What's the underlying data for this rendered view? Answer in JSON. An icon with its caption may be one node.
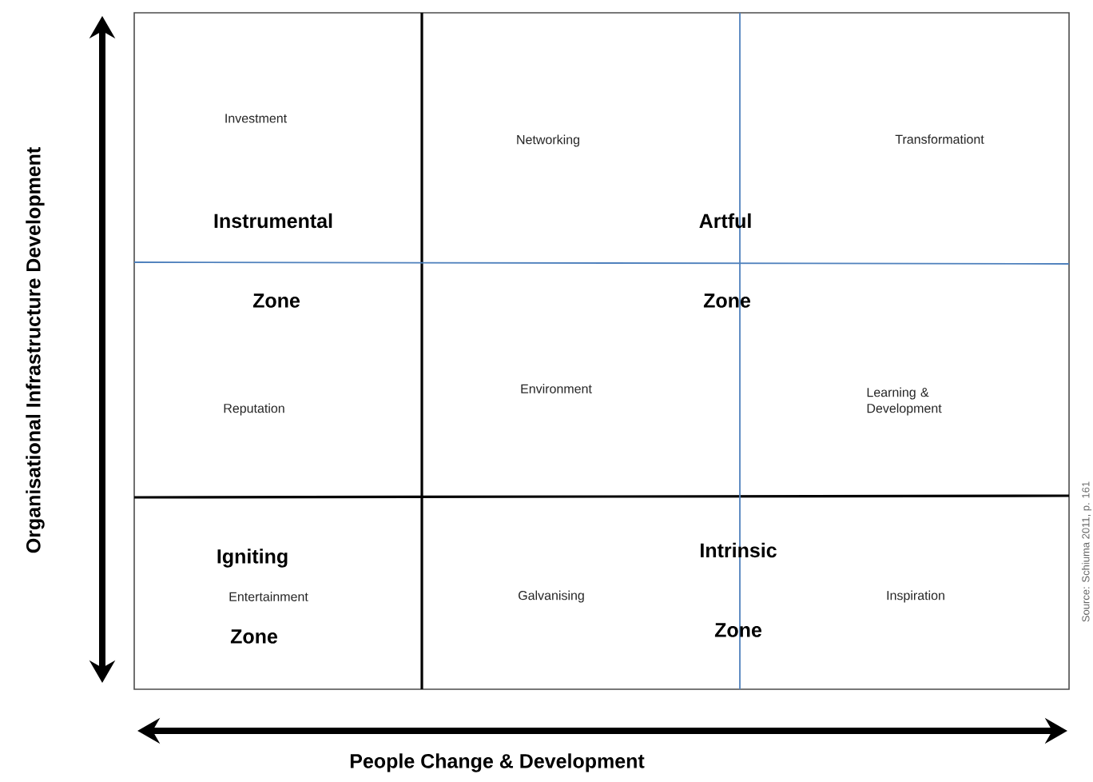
{
  "diagram": {
    "labels": [
      "Investment",
      "Networking",
      "Transformationt",
      "Instrumental",
      "Artful",
      "Zone",
      "Zone",
      "Environment",
      "Learning & Development",
      "Reputation",
      "Igniting",
      "Intrinsic",
      "Entertainment",
      "Galvanising",
      "Inspiration",
      "Zone",
      "Zone",
      "Organisational Infrastructure Development",
      "People Change & Development",
      "Source: Schiuma 2011, p. 161"
    ]
  }
}
